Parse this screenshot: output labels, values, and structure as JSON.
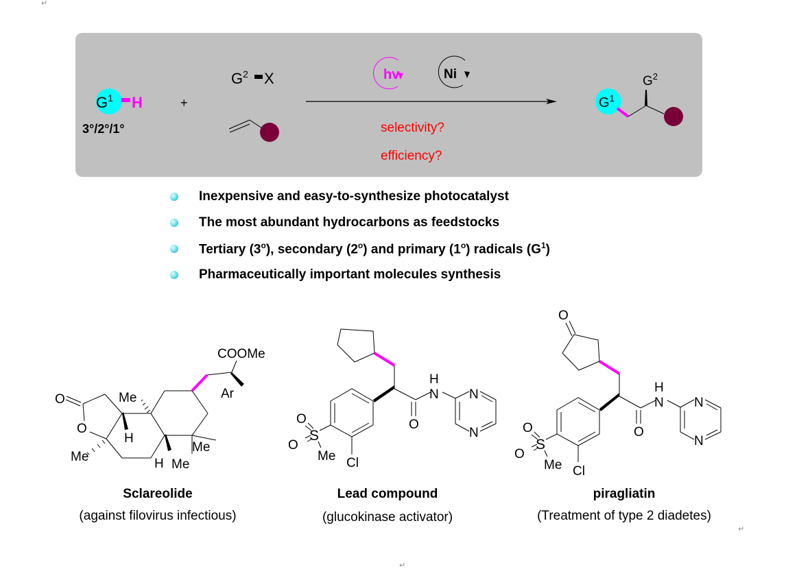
{
  "scheme": {
    "reactant1": {
      "group": "G",
      "group_sup": "1",
      "atom": "H",
      "label": "3°/2°/1°"
    },
    "plus": "+",
    "reactant2": {
      "group": "G",
      "group_sup": "2",
      "leaving": "X"
    },
    "catalysts": [
      {
        "label": "hv",
        "color": "#ff00ff"
      },
      {
        "label": "Ni",
        "color": "#000000"
      }
    ],
    "conditions": [
      "selectivity?",
      "efficiency?"
    ],
    "product": {
      "g1": "G",
      "g1_sup": "1",
      "g2": "G",
      "g2_sup": "2"
    },
    "colors": {
      "box": "#c0c0c0",
      "cyan": "#00ffff",
      "magenta": "#ff00ff",
      "maroon": "#7a0038",
      "question": "#ff0000"
    }
  },
  "bullets": [
    {
      "text": "Inexpensive and easy-to-synthesize photocatalyst"
    },
    {
      "text": "The most abundant hydrocarbons as feedstocks"
    },
    {
      "pre": "Tertiary (3",
      "s1": "o",
      "mid1": "), secondary (2",
      "s2": "o",
      "mid2": ") and primary (1",
      "s3": "o",
      "mid3": ") radicals (G",
      "s4": "1",
      "post": ")"
    },
    {
      "text": "Pharmaceutically important molecules synthesis"
    }
  ],
  "molecules": [
    {
      "name": "Sclareolide",
      "description": "(against filovirus infectious)",
      "labels": {
        "ester": "COOMe",
        "ar": "Ar",
        "o_carbonyl": "O",
        "o_ring": "O",
        "me1": "Me",
        "me2": "Me",
        "me3": "Me",
        "me4": "Me",
        "h1": "H",
        "h2": "H"
      }
    },
    {
      "name": "Lead compound",
      "description": "(glucokinase activator)",
      "labels": {
        "nh_h": "H",
        "nh_n": "N",
        "amide_o": "O",
        "pyr_n1": "N",
        "pyr_n2": "N",
        "so_o1": "O",
        "so_o2": "O",
        "s": "S",
        "me": "Me",
        "cl": "Cl"
      }
    },
    {
      "name": "piragliatin",
      "description": "(Treatment of type 2 diadetes)",
      "labels": {
        "ketone_o": "O",
        "nh_h": "H",
        "nh_n": "N",
        "amide_o": "O",
        "pyr_n1": "N",
        "pyr_n2": "N",
        "so_o1": "O",
        "so_o2": "O",
        "s": "S",
        "me": "Me",
        "cl": "Cl"
      }
    }
  ],
  "marks": {
    "paragraph": "↵"
  }
}
